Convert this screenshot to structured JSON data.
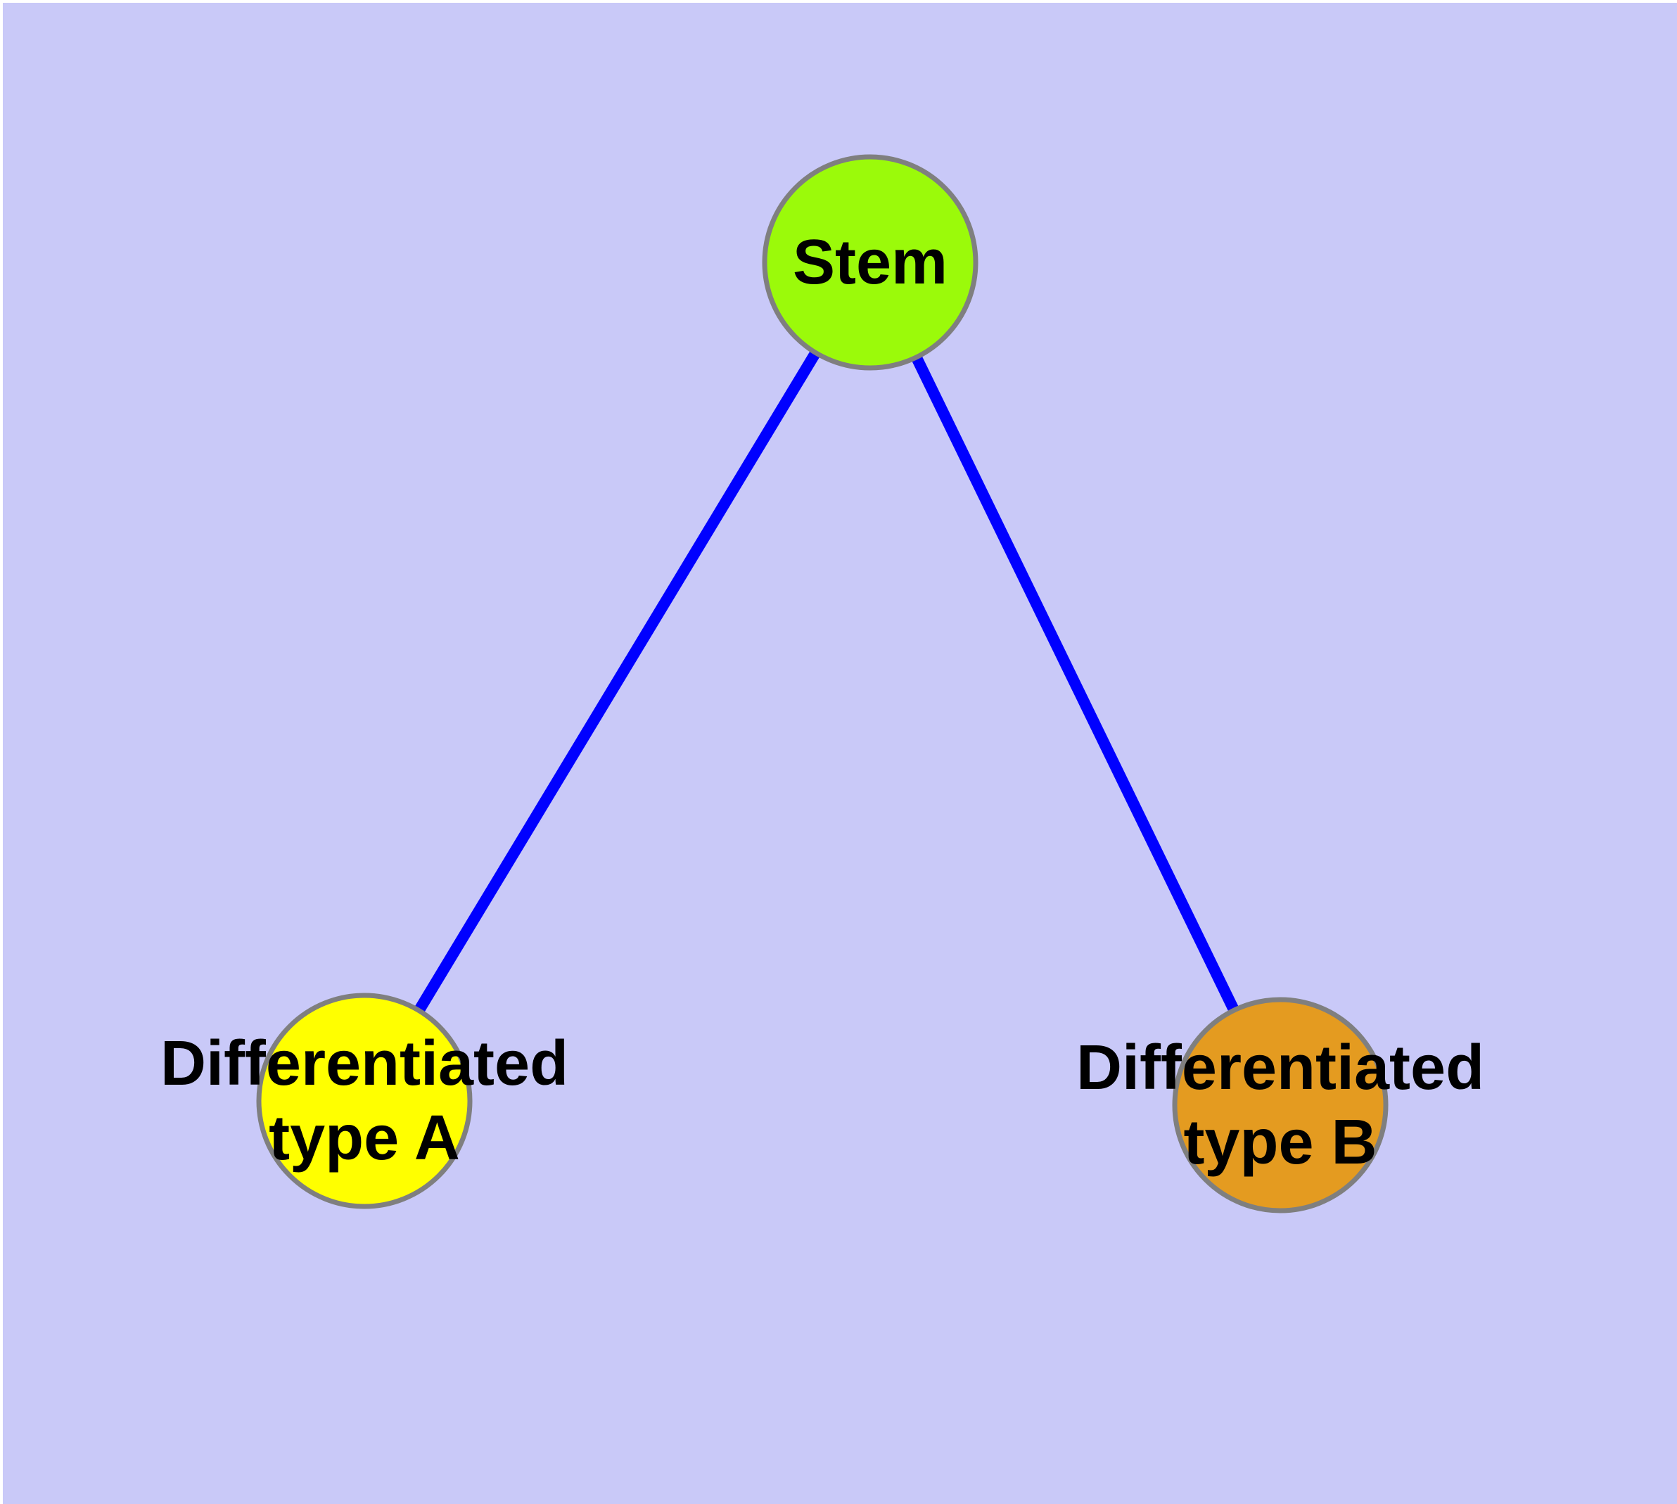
{
  "diagram": {
    "type": "graph",
    "background_color": "#C9C9F8",
    "margin_color": "#FFFFFF",
    "edge_color": "#0000FF",
    "node_border_color": "#7F7F7F",
    "label_color": "#000000",
    "nodes": [
      {
        "id": "stem",
        "label": "Stem",
        "label_lines": [
          "Stem"
        ],
        "fill": "#9BFA0A"
      },
      {
        "id": "differentiated-type-a",
        "label": "Differentiated type A",
        "label_lines": [
          "Differentiated",
          "type A"
        ],
        "fill": "#FFFF00"
      },
      {
        "id": "differentiated-type-b",
        "label": "Differentiated type B",
        "label_lines": [
          "Differentiated",
          "type B"
        ],
        "fill": "#E49B20"
      }
    ],
    "edges": [
      {
        "from": "stem",
        "to": "differentiated-type-a"
      },
      {
        "from": "stem",
        "to": "differentiated-type-b"
      }
    ]
  }
}
